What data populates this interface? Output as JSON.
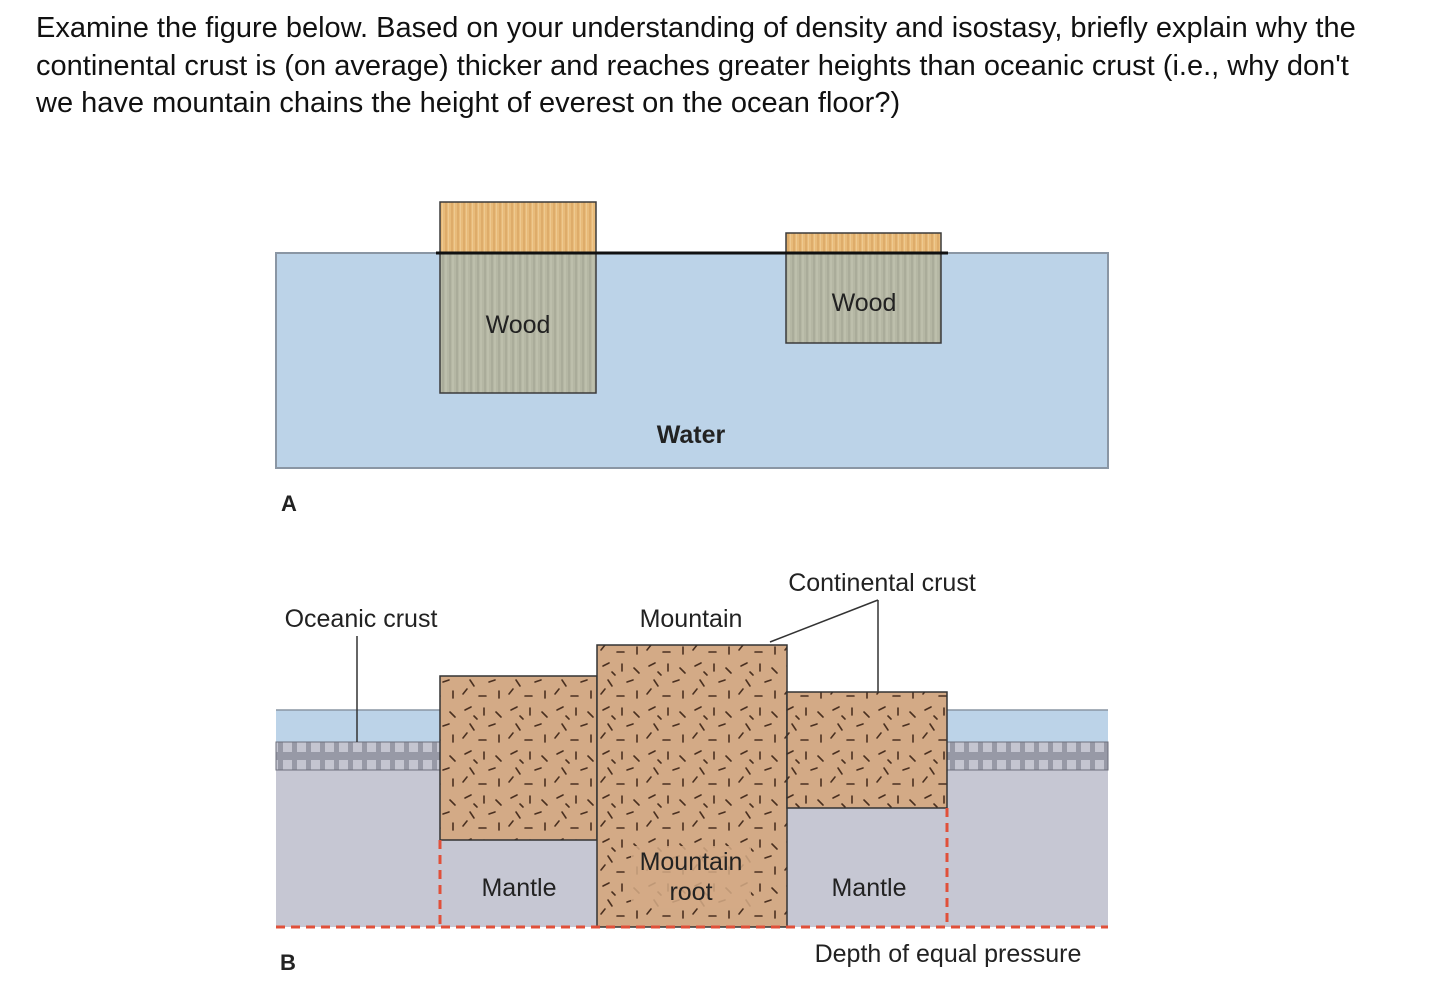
{
  "question": {
    "text": "Examine the figure below.  Based on your understanding of density and isostasy, briefly explain why the continental crust is (on average) thicker and reaches greater heights than oceanic crust (i.e., why don't we have mountain chains the height of everest on the ocean floor?)"
  },
  "panel_a": {
    "label": "A",
    "wood_left_label": "Wood",
    "wood_right_label": "Wood",
    "water_label": "Water"
  },
  "panel_b": {
    "label": "B",
    "oceanic_crust_label": "Oceanic crust",
    "mountain_label": "Mountain",
    "continental_crust_label": "Continental crust",
    "mantle_left_label": "Mantle",
    "mantle_right_label": "Mantle",
    "mountain_root_line1": "Mountain",
    "mountain_root_line2": "root",
    "equal_pressure_label": "Depth of equal pressure"
  },
  "colors": {
    "water": "#bcd3e8",
    "wood_above": "#e8bb7a",
    "wood_submerged": "#b7b8a6",
    "crust": "#d3aa86",
    "mantle": "#c6c7d3",
    "dash": "#e0503a"
  }
}
